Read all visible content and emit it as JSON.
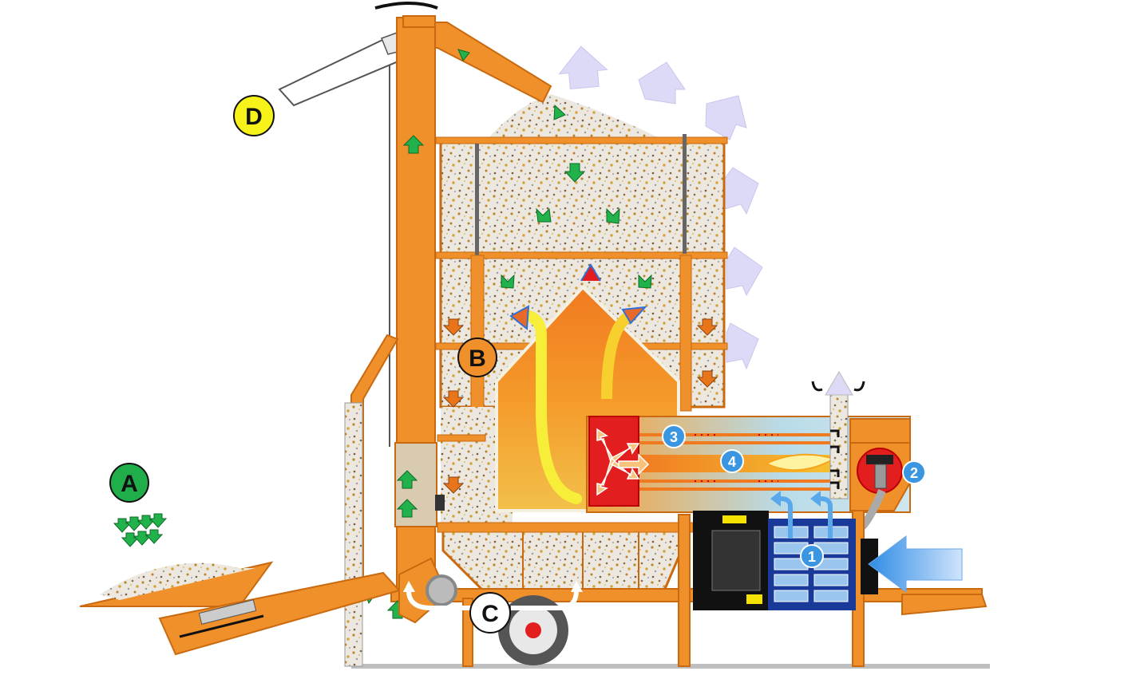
{
  "labels": {
    "A": "A",
    "B": "B",
    "C": "C",
    "D": "D",
    "n1": "1",
    "n2": "2",
    "n3": "3",
    "n4": "4"
  },
  "colors": {
    "frame": "#f0902a",
    "frame_dark": "#c96a10",
    "grain_bg": "#ece8e0",
    "green_arrow": "#22b24c",
    "orange_arrow": "#e8751a",
    "air_arrow": "#d8d6f4",
    "blue_arrow": "#2f8be6",
    "label_green": "#1fae4a",
    "label_yellow": "#f6f21a",
    "label_orange": "#f0902a",
    "number_blue": "#3a96e0",
    "burner_red": "#e31e1e",
    "black": "#111111",
    "ground": "#bfbfbf"
  }
}
